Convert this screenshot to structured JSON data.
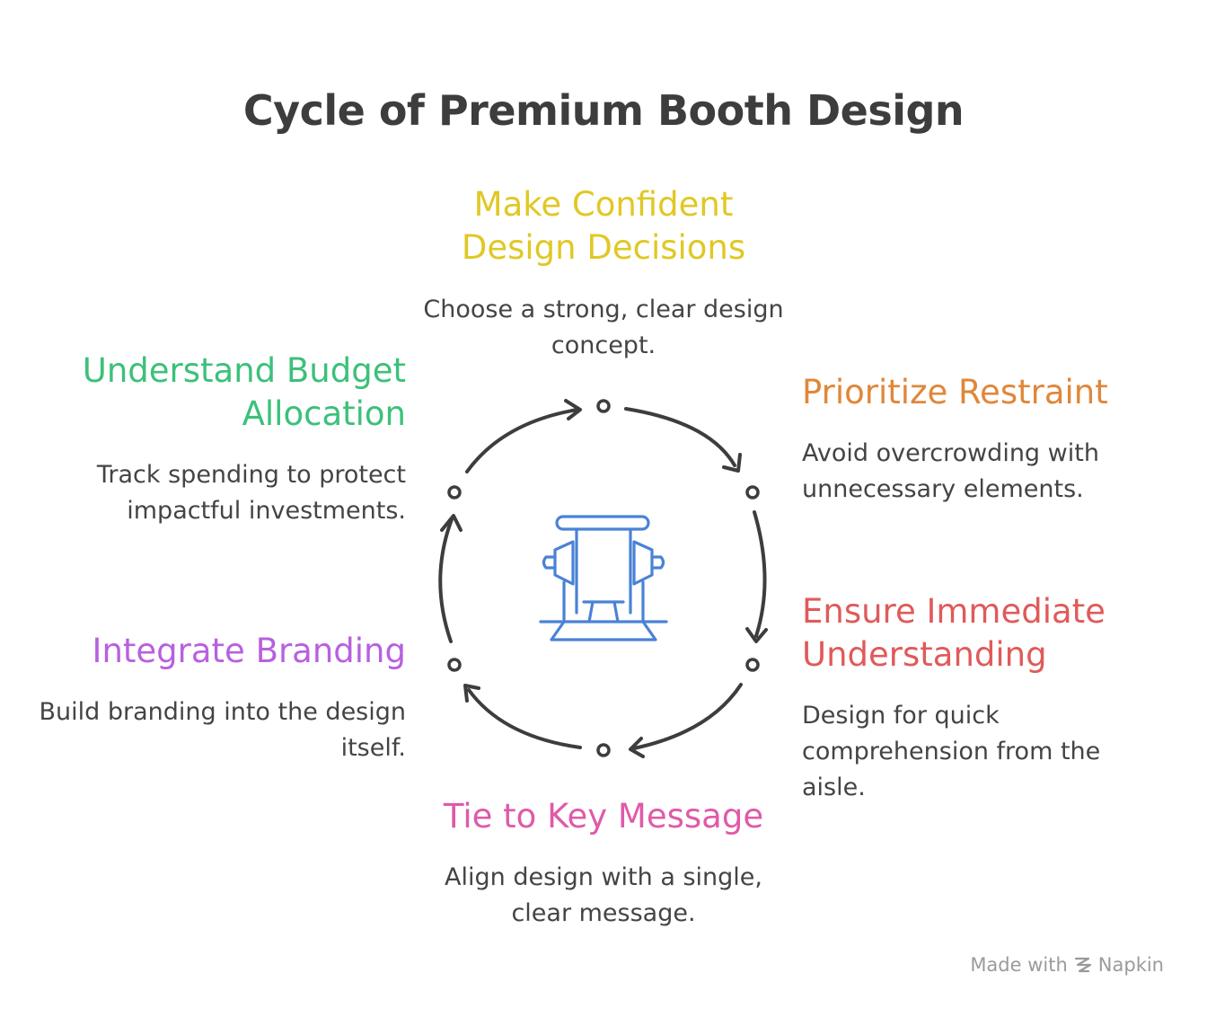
{
  "title": "Cycle of Premium Booth Design",
  "steps": [
    {
      "title_line1": "Make Confident",
      "title_line2": "Design Decisions",
      "desc_line1": "Choose a strong, clear design",
      "desc_line2": "concept.",
      "color": "#e0c824"
    },
    {
      "title_line1": "Prioritize Restraint",
      "desc_line1": "Avoid overcrowding with",
      "desc_line2": "unnecessary elements.",
      "color": "#e0873a"
    },
    {
      "title_line1": "Ensure Immediate",
      "title_line2": "Understanding",
      "desc_line1": "Design for quick",
      "desc_line2": "comprehension from the",
      "desc_line3": "aisle.",
      "color": "#e05a5a"
    },
    {
      "title_line1": "Tie to Key Message",
      "desc_line1": "Align design with a single,",
      "desc_line2": "clear message.",
      "color": "#e05aa8"
    },
    {
      "title_line1": "Integrate Branding",
      "desc_line1": "Build branding into the design",
      "desc_line2": "itself.",
      "color": "#b860e0"
    },
    {
      "title_line1": "Understand Budget",
      "title_line2": "Allocation",
      "desc_line1": "Track spending to protect",
      "desc_line2": "impactful investments.",
      "color": "#3cc07a"
    }
  ],
  "center_icon": "booth-icon",
  "footer": {
    "made_with": "Made with",
    "brand": "Napkin"
  },
  "colors": {
    "title": "#3d3d3d",
    "arrows": "#3d3d3d",
    "icon": "#4a82d6",
    "footer": "#9a9a9a"
  }
}
